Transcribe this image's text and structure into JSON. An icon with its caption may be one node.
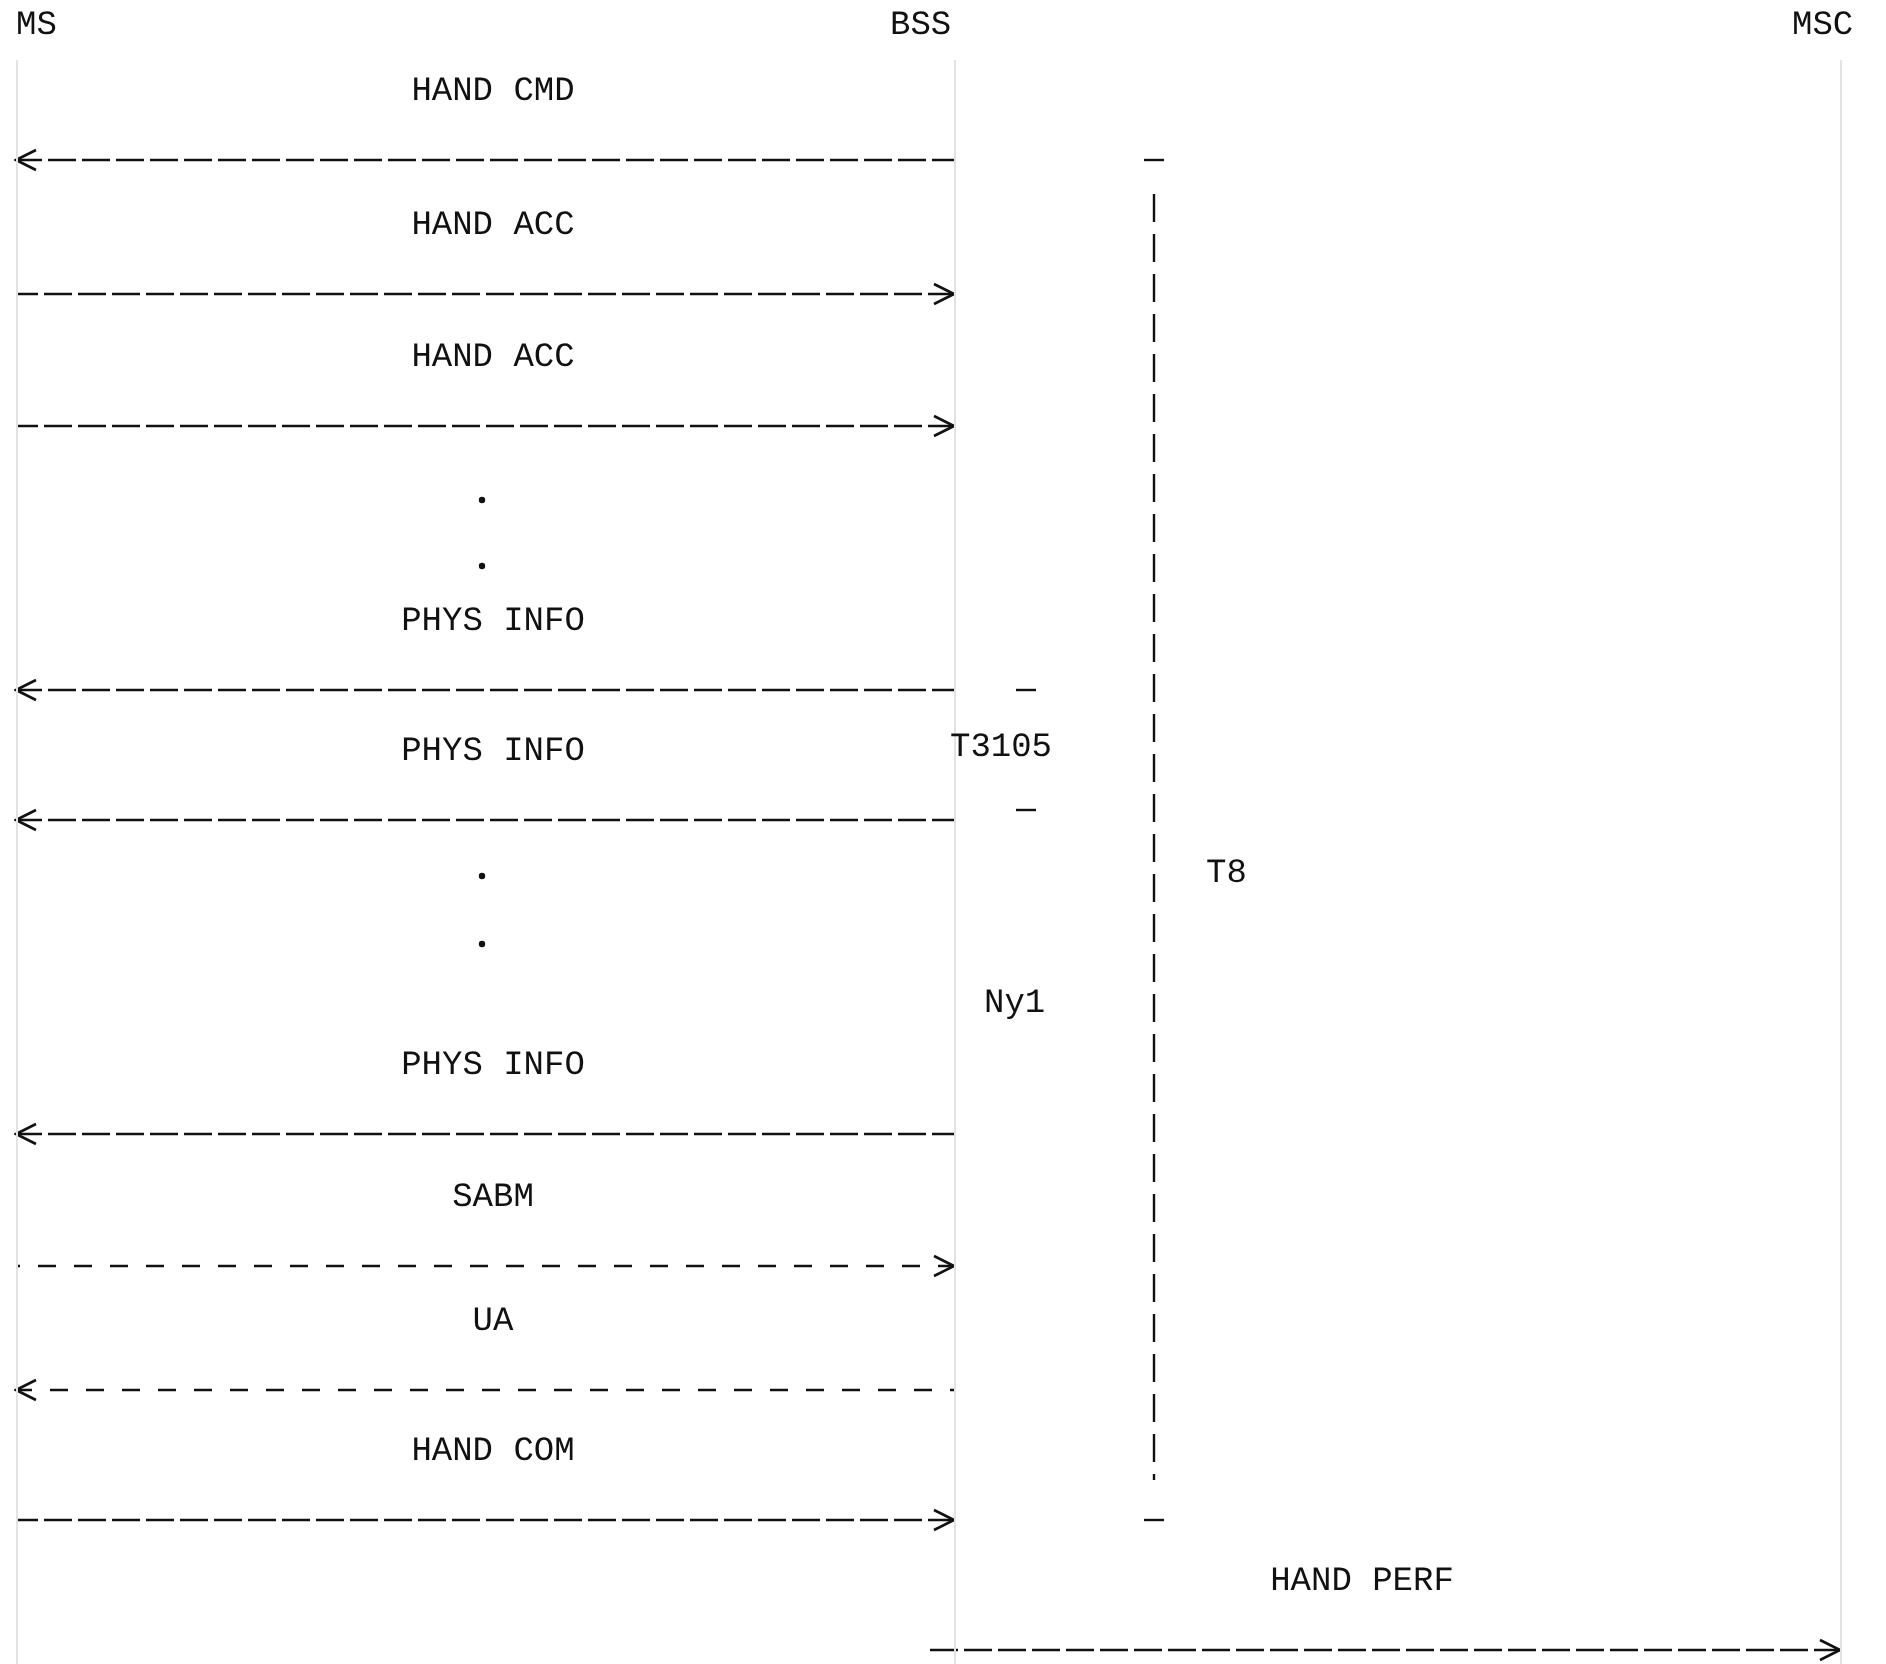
{
  "diagram": {
    "nodes": [
      {
        "text": [
          "MS"
        ]
      },
      {
        "text": [
          "BSS"
        ]
      },
      {
        "text": [
          "MSC"
        ]
      }
    ],
    "edges": [
      {
        "from": 1,
        "to": 0,
        "arrow": "to",
        "label": "HAND CMD"
      },
      {
        "from": 0,
        "to": 1,
        "arrow": "to",
        "label": "HAND ACC"
      },
      {
        "from": 0,
        "to": 1,
        "arrow": "to",
        "label": "HAND ACC"
      },
      {
        "from": 1,
        "to": 0,
        "arrow": "to",
        "label": "PHYS INFO"
      },
      {
        "from": 1,
        "to": 0,
        "arrow": "to",
        "label": "PHYS INFO"
      },
      {
        "from": 1,
        "to": 0,
        "arrow": "to",
        "label": "PHYS INFO"
      },
      {
        "from": 0,
        "to": 1,
        "arrow": "to",
        "label": "SABM",
        "style": "dashed"
      },
      {
        "from": 1,
        "to": 0,
        "arrow": "to",
        "label": "UA",
        "style": "dashed"
      },
      {
        "from": 0,
        "to": 1,
        "arrow": "to",
        "label": "HAND COM"
      },
      {
        "from": 1,
        "to": 2,
        "arrow": "to",
        "label": "HAND PERF"
      }
    ],
    "labels": [
      "T3105",
      "T8",
      "Ny1"
    ]
  }
}
